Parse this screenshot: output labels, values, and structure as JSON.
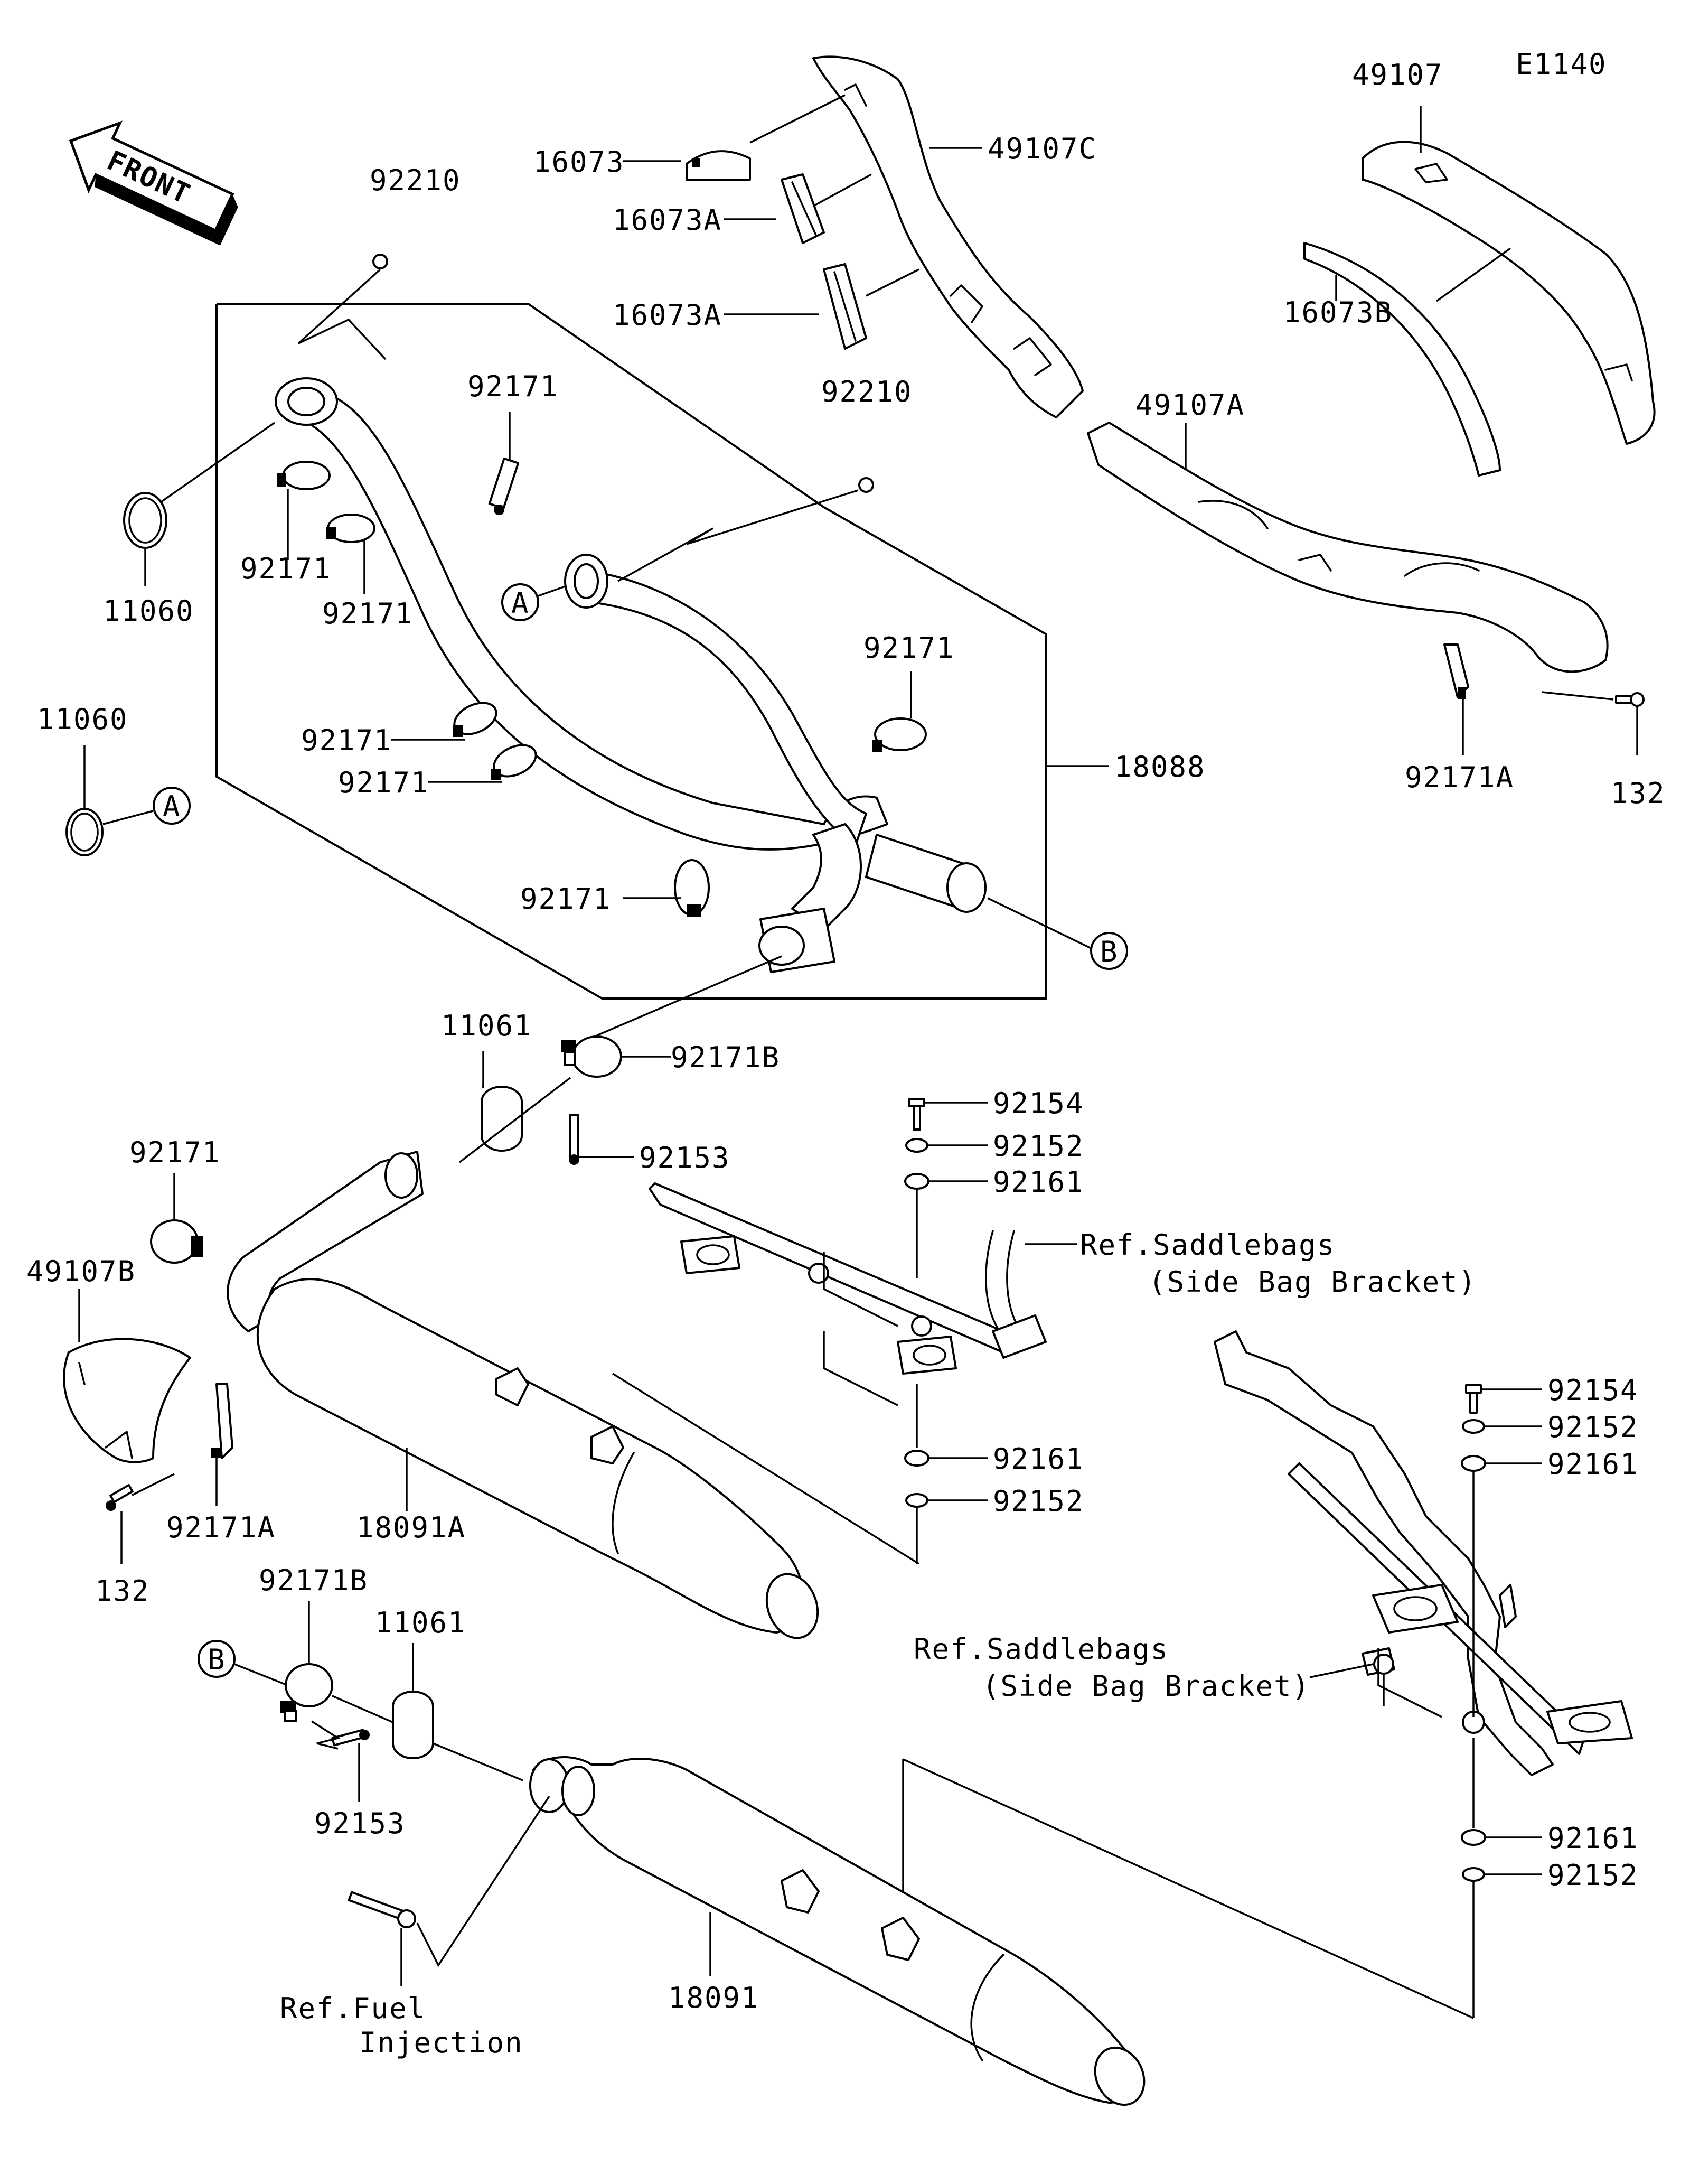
{
  "diagram_code": "E1140",
  "front_label": "FRONT",
  "callout_a": "A",
  "callout_b": "B",
  "labels": {
    "p92210_top": "92210",
    "p11060_top": "11060",
    "p11060_left": "11060",
    "p92171_a": "92171",
    "p92171_b": "92171",
    "p92171_c": "92171",
    "p92171_d": "92171",
    "p92171_e": "92171",
    "p92171_f": "92171",
    "p92171_g": "92171",
    "p92171_h": "92171",
    "p92210_mid": "92210",
    "p16073": "16073",
    "p16073a_1": "16073A",
    "p16073a_2": "16073A",
    "p49107c": "49107C",
    "p49107": "49107",
    "p16073b": "16073B",
    "p49107a": "49107A",
    "p18088": "18088",
    "p92171a_right": "92171A",
    "p132_right": "132",
    "p11061_top": "11061",
    "p92171b_top": "92171B",
    "p92153_top": "92153",
    "p92154_1": "92154",
    "p92152_1": "92152",
    "p92161_1": "92161",
    "ref_saddlebags_1": "Ref.Saddlebags",
    "ref_sidebag_1": "(Side Bag Bracket)",
    "p49107b": "49107B",
    "p92171a_left": "92171A",
    "p132_left": "132",
    "p18091a": "18091A",
    "p92161_2": "92161",
    "p92152_2": "92152",
    "p92154_2": "92154",
    "p92152_3": "92152",
    "p92161_3": "92161",
    "p92171b_bottom": "92171B",
    "p11061_bottom": "11061",
    "p92153_bottom": "92153",
    "ref_saddlebags_2": "Ref.Saddlebags",
    "ref_sidebag_2": "(Side Bag Bracket)",
    "p92161_4": "92161",
    "p92152_4": "92152",
    "p18091": "18091",
    "ref_fuel": "Ref.Fuel",
    "ref_injection": "Injection"
  }
}
